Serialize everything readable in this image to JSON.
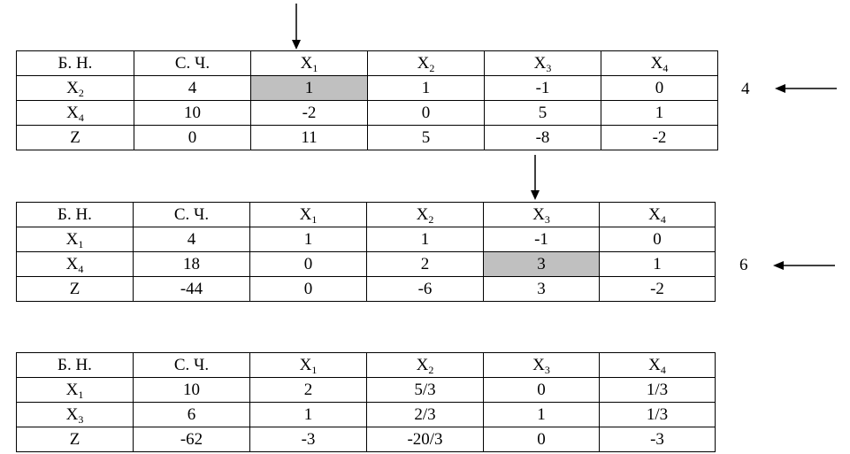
{
  "tables": [
    {
      "header": [
        "Б. Н.",
        "С. Ч.",
        "X1",
        "X2",
        "X3",
        "X4"
      ],
      "rows": [
        [
          "X2",
          "4",
          "1",
          "1",
          "-1",
          "0"
        ],
        [
          "X4",
          "10",
          "-2",
          "0",
          "5",
          "1"
        ],
        [
          "Z",
          "0",
          "11",
          "5",
          "-8",
          "-2"
        ]
      ],
      "pivot": {
        "row": 0,
        "col": 2
      },
      "side_label": "4"
    },
    {
      "header": [
        "Б. Н.",
        "С. Ч.",
        "X1",
        "X2",
        "X3",
        "X4"
      ],
      "rows": [
        [
          "X1",
          "4",
          "1",
          "1",
          "-1",
          "0"
        ],
        [
          "X4",
          "18",
          "0",
          "2",
          "3",
          "1"
        ],
        [
          "Z",
          "-44",
          "0",
          "-6",
          "3",
          "-2"
        ]
      ],
      "pivot": {
        "row": 1,
        "col": 4
      },
      "side_label": "6"
    },
    {
      "header": [
        "Б. Н.",
        "С. Ч.",
        "X1",
        "X2",
        "X3",
        "X4"
      ],
      "rows": [
        [
          "X1",
          "10",
          "2",
          "5/3",
          "0",
          "1/3"
        ],
        [
          "X3",
          "6",
          "1",
          "2/3",
          "1",
          "1/3"
        ],
        [
          "Z",
          "-62",
          "-3",
          "-20/3",
          "0",
          "-3"
        ]
      ]
    }
  ],
  "colors": {
    "pivot_fill": "#c0c0c0",
    "grid": "#000000"
  }
}
